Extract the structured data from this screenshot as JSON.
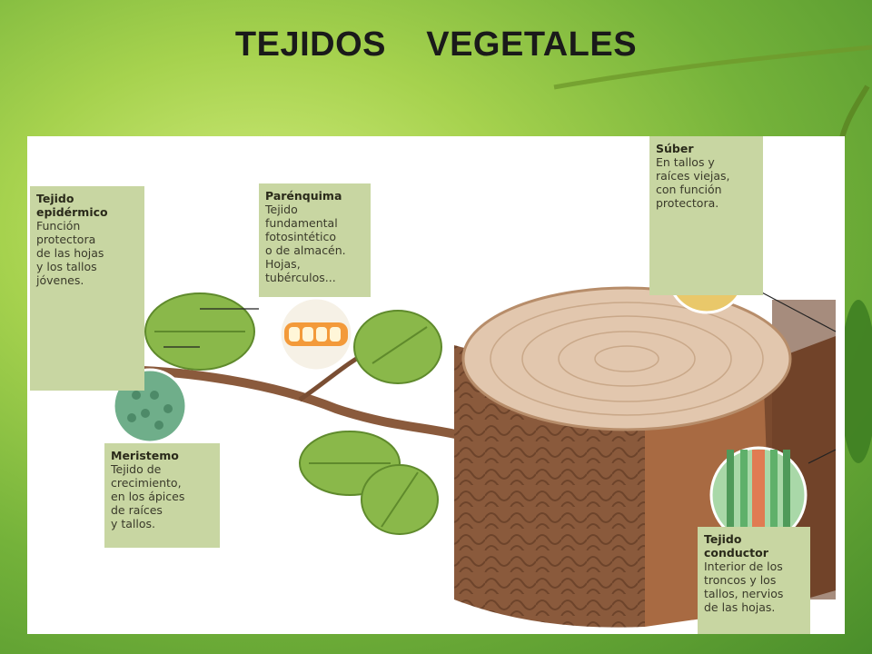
{
  "slide": {
    "title": "TEJIDOS    VEGETALES"
  },
  "labels": {
    "epidermico": {
      "title": "Tejido\nepidérmico",
      "body": "Función\nprotectora\nde las hojas\ny los tallos\njóvenes."
    },
    "parenquima": {
      "title": "Parénquima",
      "body": "Tejido\nfundamental\nfotosintético\no de almacén.\nHojas,\ntubérculos..."
    },
    "meristemo": {
      "title": "Meristemo",
      "body": "Tejido de\ncrecimiento,\nen los ápices\nde raíces\ny tallos."
    },
    "suber": {
      "title": "Súber",
      "body": "En tallos y\nraíces viejas,\ncon función\nprotectora."
    },
    "conductor": {
      "title": "Tejido\nconductor",
      "body": "Interior de los\ntroncos y los\ntallos, nervios\nde las hojas."
    }
  },
  "colors": {
    "label_bg": "#c8d6a2",
    "trunk": "#8a5a3c",
    "cut_surface": "#e2c7ae",
    "leaf": "#8ab84a",
    "background": "#8cc63f"
  }
}
